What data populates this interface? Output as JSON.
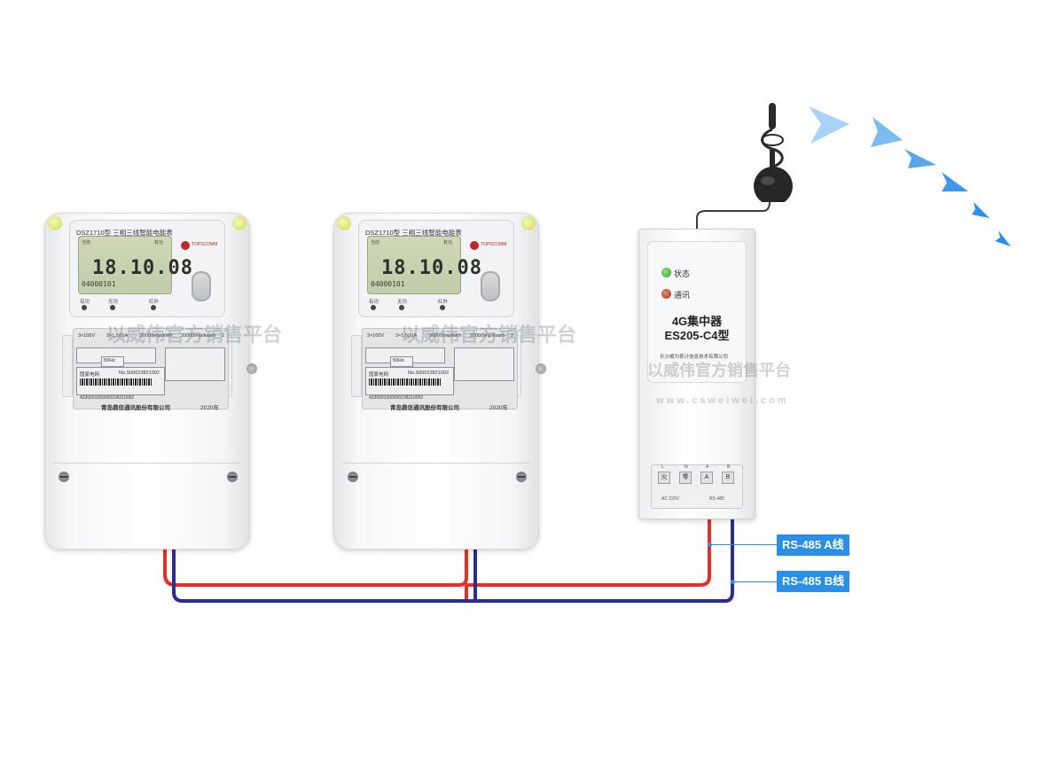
{
  "meters": [
    {
      "model": "DSZ1710型 三相三线智能电能表",
      "brand": "TOPSCOMM",
      "lcd_value": "18.10.08",
      "lcd_sub": "04000101",
      "lcd_tag_left": "当前",
      "lcd_tag_right": "有功",
      "indicators": [
        "有功",
        "无功",
        "红外"
      ],
      "specs": [
        "3×100V",
        "3×1.5(6)A",
        "20000imp/kWh",
        "20000imp/kvarh",
        "2"
      ],
      "frequency": "50Hz",
      "grid_label": "国家电网",
      "serial": "No.S00023821002",
      "barcode_number": "4330001000000238210002",
      "manufacturer": "青岛鼎信通讯股份有限公司",
      "year": "2020年"
    },
    {
      "model": "DSZ1710型 三相三线智能电能表",
      "brand": "TOPSCOMM",
      "lcd_value": "18.10.08",
      "lcd_sub": "04000101",
      "lcd_tag_left": "当前",
      "lcd_tag_right": "有功",
      "indicators": [
        "有功",
        "无功",
        "红外"
      ],
      "specs": [
        "3×100V",
        "3×1.5(6)A",
        "20000imp/kWh",
        "20000imp/kvarh",
        "2"
      ],
      "frequency": "50Hz",
      "grid_label": "国家电网",
      "serial": "No.S00023821002",
      "barcode_number": "4330001000000238210002",
      "manufacturer": "青岛鼎信通讯股份有限公司",
      "year": "2020年"
    }
  ],
  "concentrator": {
    "status_label": "状态",
    "comm_label": "通讯",
    "name": "4G集中器",
    "model": "ES205-C4型",
    "maker": "长沙威为表计信息技术有限公司",
    "terminals": [
      "L",
      "N",
      "A",
      "B"
    ],
    "terminal_labels": [
      "火",
      "零",
      "A",
      "B"
    ],
    "terminal_footer_left": "AC 220V",
    "terminal_footer_right": "RS-485",
    "status_led_color": "#3a9d2e",
    "comm_led_color": "#a8321f"
  },
  "callouts": {
    "line_a": "RS-485 A线",
    "line_b": "RS-485 B线",
    "accent_color": "#2a8fe8"
  },
  "wiring": {
    "a_color": "#e5302a",
    "b_color": "#2a2f8f"
  },
  "watermark": {
    "text_cn": "以威伟官方销售平台",
    "text_url": "www.csweiwei.com"
  },
  "icons": [
    "antenna-icon",
    "signal-arrow-icon"
  ]
}
